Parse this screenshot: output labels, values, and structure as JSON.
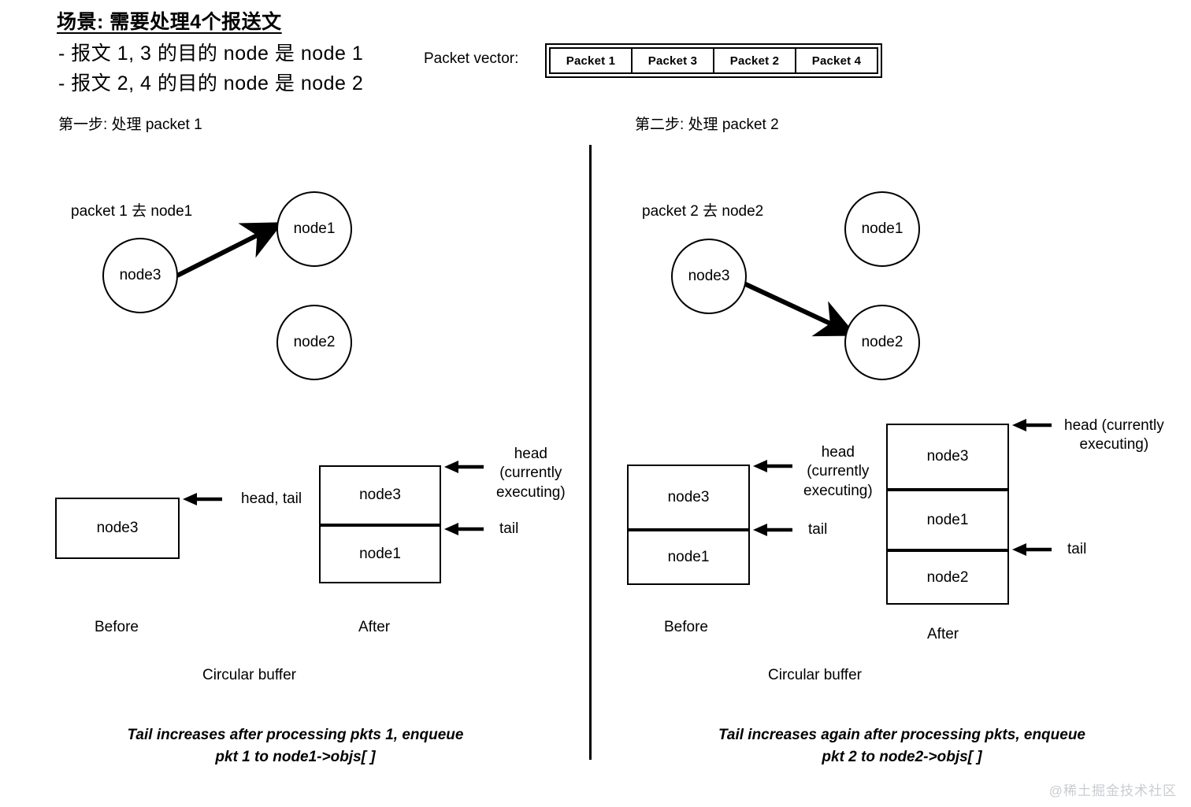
{
  "header": {
    "scenario_title": "场景: 需要处理4个报送文",
    "scenario_lines": [
      "- 报文 1, 3 的目的 node 是 node 1",
      "- 报文 2, 4 的目的 node 是 node 2"
    ],
    "packet_vector_label": "Packet vector:",
    "packet_vector_cells": [
      "Packet 1",
      "Packet 3",
      "Packet 2",
      "Packet 4"
    ]
  },
  "left_panel": {
    "step_header": "第一步: 处理 packet 1",
    "graph": {
      "caption": "packet 1 去 node1",
      "nodes": [
        {
          "label": "node3"
        },
        {
          "label": "node1"
        },
        {
          "label": "node2"
        }
      ],
      "arrow_from": "node3",
      "arrow_to": "node1"
    },
    "before": {
      "label": "Before",
      "slots": [
        "node3"
      ],
      "annotation": "head, tail"
    },
    "after": {
      "label": "After",
      "slots": [
        "node3",
        "node1"
      ],
      "head_annotation": "head\n(currently\nexecuting)",
      "tail_annotation": "tail"
    },
    "buffer_label": "Circular buffer",
    "caption": "Tail increases after processing pkts 1, enqueue\npkt 1 to node1->objs[ ]"
  },
  "right_panel": {
    "step_header": "第二步: 处理 packet 2",
    "graph": {
      "caption": "packet 2 去 node2",
      "nodes": [
        {
          "label": "node3"
        },
        {
          "label": "node1"
        },
        {
          "label": "node2"
        }
      ],
      "arrow_from": "node3",
      "arrow_to": "node2"
    },
    "before": {
      "label": "Before",
      "slots": [
        "node3",
        "node1"
      ],
      "head_annotation": "head\n(currently\nexecuting)",
      "tail_annotation": "tail"
    },
    "after": {
      "label": "After",
      "slots": [
        "node3",
        "node1",
        "node2"
      ],
      "head_annotation": "head (currently\nexecuting)",
      "tail_annotation": "tail"
    },
    "buffer_label": "Circular buffer",
    "caption": "Tail increases again after processing pkts, enqueue\npkt 2 to node2->objs[ ]"
  },
  "watermark": "@稀土掘金技术社区",
  "colors": {
    "ink": "#000000",
    "background": "#ffffff",
    "watermark": "#c9ccd1"
  }
}
